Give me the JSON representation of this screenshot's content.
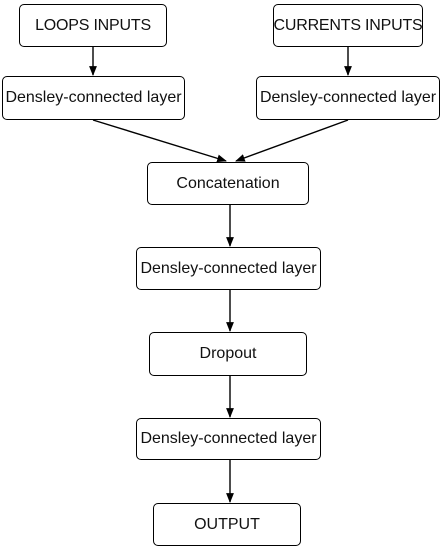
{
  "nodes": {
    "loops_input": "LOOPS INPUTS",
    "currents_input": "CURRENTS INPUTS",
    "dense_left": "Densley-connected layer",
    "dense_right": "Densley-connected layer",
    "concatenation": "Concatenation",
    "dense_middle": "Densley-connected layer",
    "dropout": "Dropout",
    "dense_bottom": "Densley-connected layer",
    "output": "OUTPUT"
  },
  "colors": {
    "stroke": "#000000",
    "background": "#ffffff",
    "text": "#111111"
  }
}
